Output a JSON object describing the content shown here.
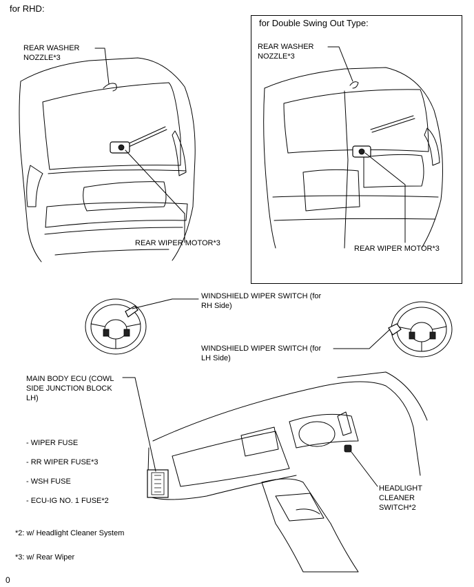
{
  "header": {
    "variant": "for RHD:"
  },
  "inset": {
    "title": "for Double Swing Out Type:"
  },
  "labels": {
    "rear_washer_nozzle": [
      "REAR WASHER",
      "NOZZLE*3"
    ],
    "rear_wiper_motor": "REAR WIPER MOTOR*3",
    "inset_rear_washer_nozzle": [
      "REAR WASHER",
      "NOZZLE*3"
    ],
    "inset_rear_wiper_motor": "REAR WIPER MOTOR*3",
    "wiper_switch_rh": [
      "WINDSHIELD WIPER SWITCH (for",
      "RH Side)"
    ],
    "wiper_switch_lh": [
      "WINDSHIELD WIPER SWITCH (for",
      "LH Side)"
    ],
    "main_body_ecu": [
      "MAIN BODY ECU (COWL",
      "SIDE JUNCTION BLOCK",
      "LH)"
    ],
    "fuses": [
      "- WIPER FUSE",
      "- RR WIPER FUSE*3",
      "- WSH FUSE",
      "- ECU-IG NO. 1 FUSE*2"
    ],
    "headlight_cleaner_switch": [
      "HEADLIGHT",
      "CLEANER",
      "SWITCH*2"
    ]
  },
  "footnotes": [
    "*2: w/ Headlight Cleaner System",
    "*3: w/ Rear Wiper"
  ],
  "page_marker": "0"
}
